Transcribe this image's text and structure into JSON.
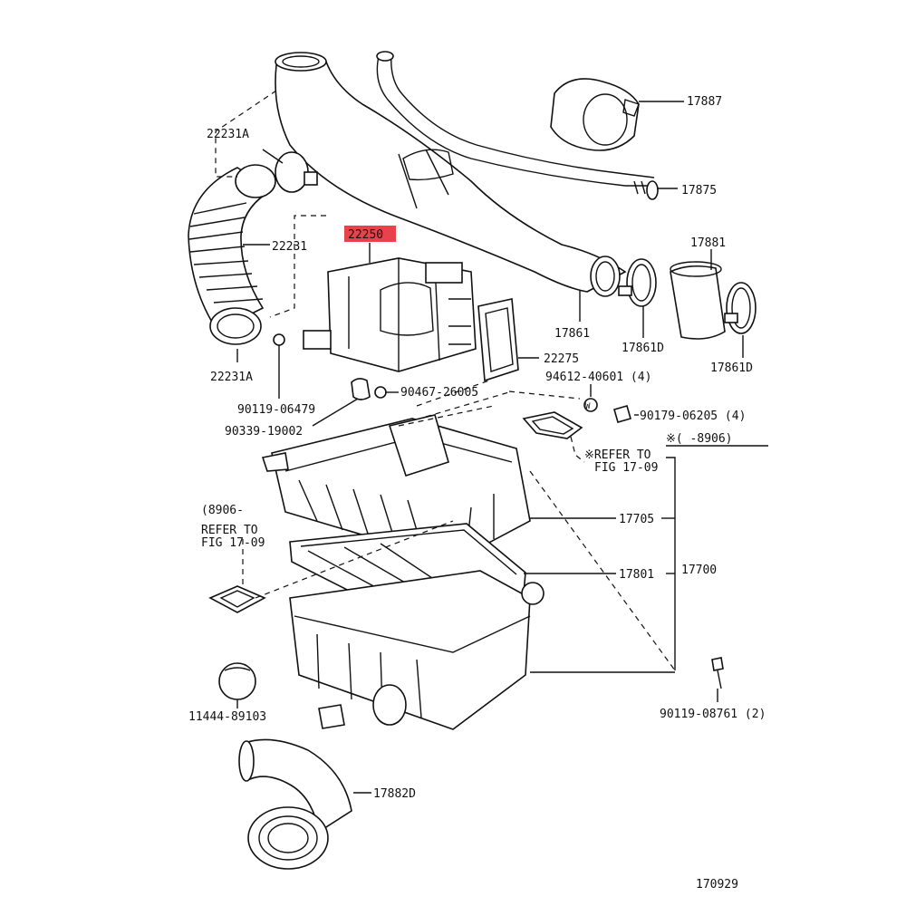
{
  "colors": {
    "ink": "#111111",
    "highlight": "#e8424a",
    "background": "#ffffff"
  },
  "labels": {
    "p17887": "17887",
    "p17875": "17875",
    "p22231A_top": "22231A",
    "p22231": "22231",
    "p22231A_bottom": "22231A",
    "p22250": "22250",
    "p17881": "17881",
    "p17861": "17861",
    "p17861D_left": "17861D",
    "p17861D_right": "17861D",
    "p22275": "22275",
    "p94612": "94612-40601 (4)",
    "p90467": "90467-26005",
    "p90119_06479": "90119-06479",
    "p90339": "90339-19002",
    "p90179": "90179-06205 (4)",
    "date_range": "※(      -8906)",
    "refer_right_1": "※REFER TO",
    "refer_right_2": "FIG 17-09",
    "refer_left_0": "(8906-",
    "refer_left_1": "REFER TO",
    "refer_left_2": "FIG 17-09",
    "p17705": "17705",
    "p17801": "17801",
    "p17700": "17700",
    "p11444": "11444-89103",
    "p90119_08761": "90119-08761 (2)",
    "p17882D": "17882D",
    "diagram_number": "170929"
  }
}
